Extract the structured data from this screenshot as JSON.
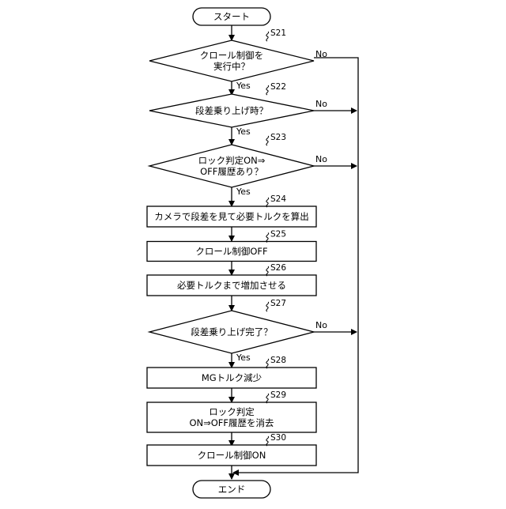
{
  "flowchart": {
    "start": {
      "label": "スタート"
    },
    "end": {
      "label": "エンド"
    },
    "steps": [
      {
        "id": "S21",
        "type": "decision",
        "lines": [
          "クロール制御を",
          "実行中？"
        ],
        "yes": "Yes",
        "no": "No"
      },
      {
        "id": "S22",
        "type": "decision",
        "lines": [
          "段差乗り上げ時？"
        ],
        "yes": "Yes",
        "no": "No"
      },
      {
        "id": "S23",
        "type": "decision",
        "lines": [
          "ロック判定ON⇒",
          "OFF履歴あり？"
        ],
        "yes": "Yes",
        "no": "No"
      },
      {
        "id": "S24",
        "type": "process",
        "lines": [
          "カメラで段差を見て必要トルクを算出"
        ]
      },
      {
        "id": "S25",
        "type": "process",
        "lines": [
          "クロール制御OFF"
        ]
      },
      {
        "id": "S26",
        "type": "process",
        "lines": [
          "必要トルクまで増加させる"
        ]
      },
      {
        "id": "S27",
        "type": "decision",
        "lines": [
          "段差乗り上げ完了？"
        ],
        "yes": "Yes",
        "no": "No"
      },
      {
        "id": "S28",
        "type": "process",
        "lines": [
          "MGトルク減少"
        ]
      },
      {
        "id": "S29",
        "type": "process",
        "lines": [
          "ロック判定",
          "ON⇒OFF履歴を消去"
        ]
      },
      {
        "id": "S30",
        "type": "process",
        "lines": [
          "クロール制御ON"
        ]
      }
    ]
  }
}
